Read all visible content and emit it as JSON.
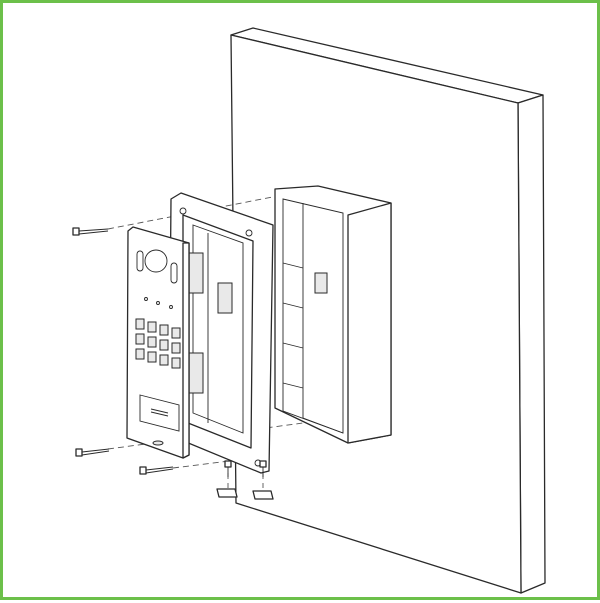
{
  "diagram": {
    "border_color": "#6cc04a",
    "line_color": "#2a2a2a",
    "parts": [
      "wall",
      "back-box",
      "mounting-frame",
      "door-station-panel",
      "screws",
      "clips"
    ]
  }
}
